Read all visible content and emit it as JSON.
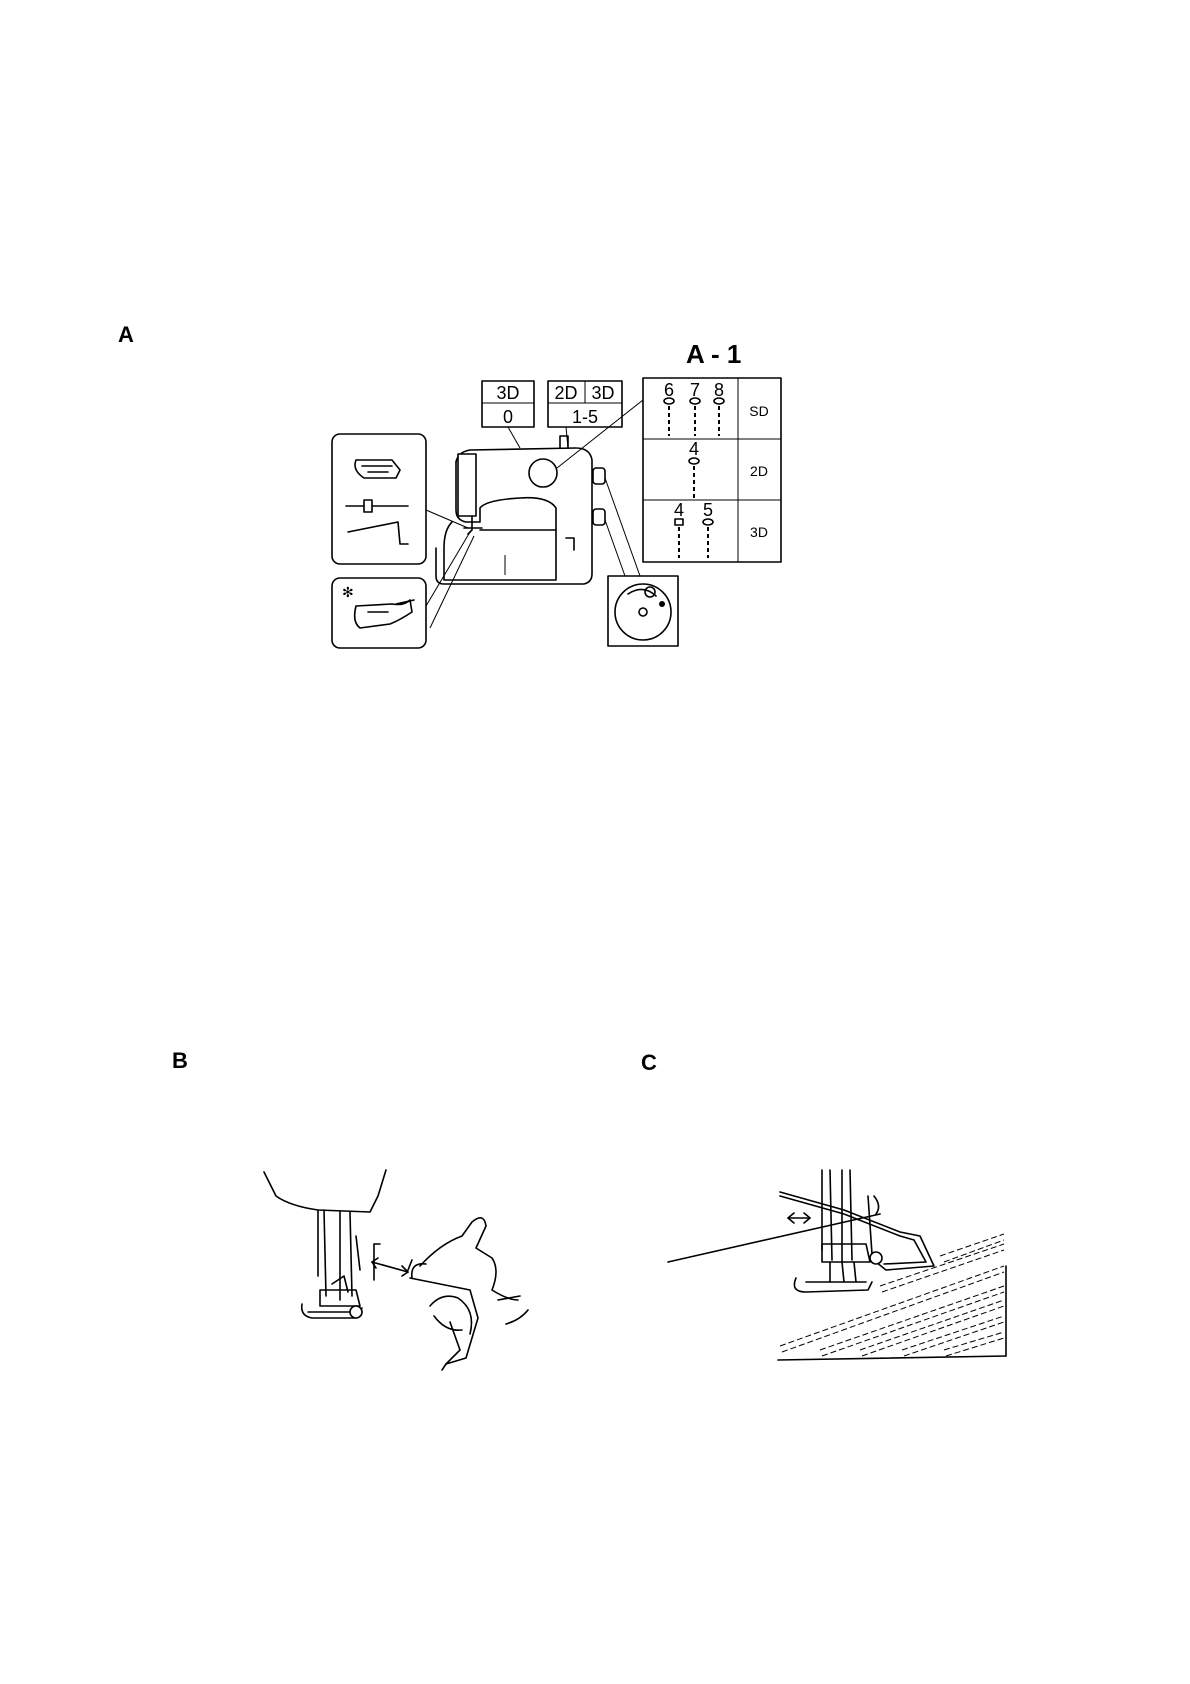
{
  "sections": {
    "a": "A",
    "b": "B",
    "c": "C"
  },
  "figure_a": {
    "subtitle": "A - 1",
    "left_box": {
      "top": "3D",
      "bottom": "0"
    },
    "right_box": {
      "top_left": "2D",
      "top_right": "3D",
      "bottom": "1-5"
    },
    "table_rows": [
      {
        "label": "SD",
        "positions": [
          "6",
          "7",
          "8"
        ]
      },
      {
        "label": "2D",
        "positions": [
          "4"
        ]
      },
      {
        "label": "3D",
        "positions": [
          "4",
          "5"
        ]
      }
    ]
  }
}
